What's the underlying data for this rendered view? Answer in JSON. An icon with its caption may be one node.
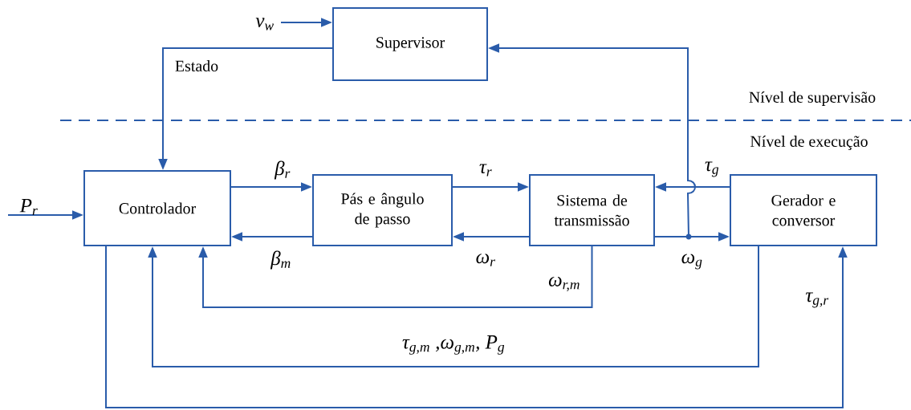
{
  "diagram": {
    "nodes": [
      {
        "text": [
          "Supervisor"
        ]
      },
      {
        "text": [
          "Controlador"
        ]
      },
      {
        "text": [
          "Pás e ângulo de passo"
        ]
      },
      {
        "text": [
          "Sistema de transmissão"
        ]
      },
      {
        "text": [
          "Gerador e conversor"
        ]
      }
    ],
    "edges": [
      {
        "from": null,
        "to": 0,
        "arrow": "to",
        "label": "v$_{w}$"
      },
      {
        "from": 0,
        "to": 1,
        "arrow": "to",
        "label": "Estado"
      },
      {
        "from": null,
        "to": 1,
        "arrow": "to",
        "label": "P$_{r}$"
      },
      {
        "from": 1,
        "to": 2,
        "arrow": "to",
        "label": "β$_{r}$"
      },
      {
        "from": 2,
        "to": 1,
        "arrow": "to",
        "label": "β$_{m}$"
      },
      {
        "from": 2,
        "to": 3,
        "arrow": "to",
        "label": "τ$_{r}$"
      },
      {
        "from": 3,
        "to": 2,
        "arrow": "to",
        "label": "ω$_{r}$"
      },
      {
        "from": 4,
        "to": 3,
        "arrow": "to",
        "label": "τ$_{g}$"
      },
      {
        "from": 3,
        "to": 4,
        "arrow": "to",
        "label": "ω$_{g}$"
      },
      {
        "from": 3,
        "to": 0,
        "arrow": "to"
      },
      {
        "from": 3,
        "to": 1,
        "arrow": "to",
        "label": "ω$_{r,m}$"
      },
      {
        "from": 4,
        "to": 1,
        "arrow": "to",
        "label": "τ$_{g,m}$ ,ω$_{g,m}$, P$_{g}$"
      },
      {
        "from": 1,
        "to": 4,
        "arrow": "to",
        "label": "τ$_{g,r}$"
      }
    ],
    "labels": [
      "Nível de supervisão",
      "Nível de execução"
    ]
  }
}
